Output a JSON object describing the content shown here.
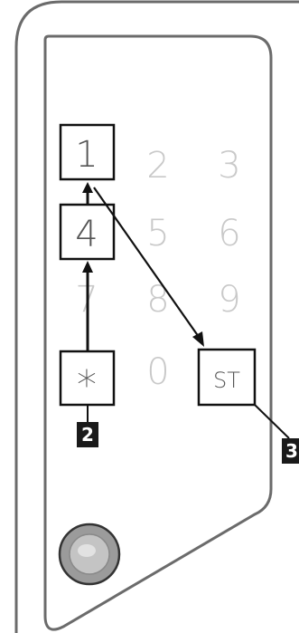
{
  "keypad": {
    "keys": {
      "k1": "1",
      "k2": "2",
      "k3": "3",
      "k4": "4",
      "k5": "5",
      "k6": "6",
      "k7": "7",
      "k8": "8",
      "k9": "9",
      "kstar": "*",
      "k0": "0",
      "kst": "ST"
    }
  },
  "callouts": {
    "c2": "2",
    "c3": "3"
  }
}
